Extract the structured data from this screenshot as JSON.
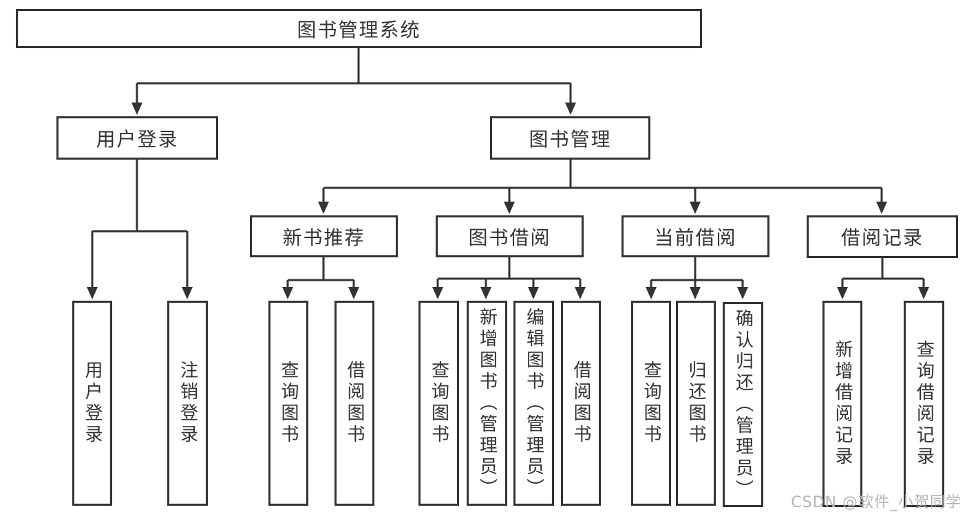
{
  "nodes": {
    "root": "图书管理系统",
    "user_login": "用户登录",
    "book_mgmt": "图书管理",
    "new_book": "新书推荐",
    "book_borrow": "图书借阅",
    "current_borrow": "当前借阅",
    "borrow_record": "借阅记录"
  },
  "leaves": {
    "user_login": [
      "用户登录",
      "注销登录"
    ],
    "new_book": [
      "查询图书",
      "借阅图书"
    ],
    "book_borrow": [
      "查询图书",
      "新增图书（管理员）",
      "编辑图书（管理员）",
      "借阅图书"
    ],
    "current_borrow": [
      "查询图书",
      "归还图书",
      "确认归还（管理员）"
    ],
    "borrow_record": [
      "新增借阅记录",
      "查询借阅记录"
    ]
  },
  "watermark": "CSDN @软件_小贺同学",
  "colors": {
    "line": "#333333",
    "box_border": "#333333",
    "text": "#333333",
    "watermark": "#b3b3b3",
    "background": "#ffffff"
  }
}
